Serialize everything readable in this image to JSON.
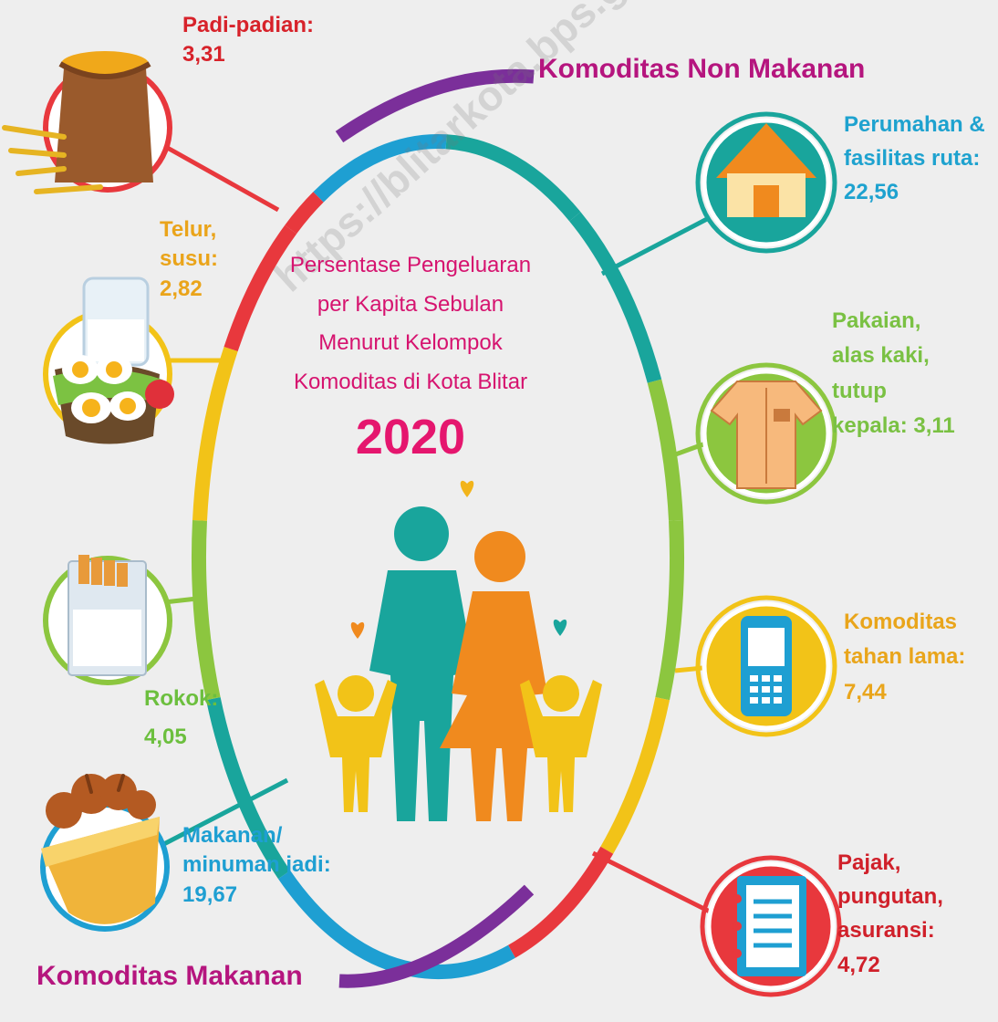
{
  "title": {
    "lines": [
      "Persentase Pengeluaran",
      "per Kapita Sebulan",
      "Menurut Kelompok",
      "Komoditas di Kota Blitar"
    ],
    "year": "2020"
  },
  "headers": {
    "non_food": "Komoditas Non Makanan",
    "food": "Komoditas Makanan"
  },
  "watermark": "https://blitarkota.bps.go.id",
  "food_items": [
    {
      "lines": [
        "Padi-padian:",
        "3,31"
      ],
      "value": 3.31,
      "color": "#d7222a",
      "icon": "rice-sack-icon"
    },
    {
      "lines": [
        "Telur,",
        "susu:",
        "2,82"
      ],
      "value": 2.82,
      "color": "#eaa41a",
      "icon": "egg-milk-icon"
    },
    {
      "lines": [
        "Rokok:",
        "4,05"
      ],
      "value": 4.05,
      "color": "#6cbf3e",
      "icon": "cigarette-pack-icon"
    },
    {
      "lines": [
        "Makanan/",
        "minuman jadi:",
        "19,67"
      ],
      "value": 19.67,
      "color": "#1e9fd2",
      "icon": "fried-chicken-bucket-icon"
    }
  ],
  "non_food_items": [
    {
      "lines": [
        "Perumahan &",
        "fasilitas ruta:",
        "22,56"
      ],
      "value": 22.56,
      "color": "#1ea2cf",
      "icon": "house-icon"
    },
    {
      "lines": [
        "Pakaian,",
        "alas kaki,",
        "tutup",
        "kepala: 3,11"
      ],
      "value": 3.11,
      "color": "#7ac143",
      "icon": "shirt-icon"
    },
    {
      "lines": [
        "Komoditas",
        "tahan lama:",
        "7,44"
      ],
      "value": 7.44,
      "color": "#e9a51b",
      "icon": "mobile-phone-icon"
    },
    {
      "lines": [
        "Pajak,",
        "pungutan,",
        "asuransi:",
        "4,72"
      ],
      "value": 4.72,
      "color": "#d0202a",
      "icon": "notebook-icon"
    }
  ],
  "colors": {
    "purple": "#7b2f9a",
    "red": "#e8383d",
    "yellow": "#f2c318",
    "green": "#8cc63f",
    "teal": "#19a59c",
    "blue": "#1e9fd2",
    "pink": "#d6136f",
    "headerPink": "#b5157e"
  }
}
